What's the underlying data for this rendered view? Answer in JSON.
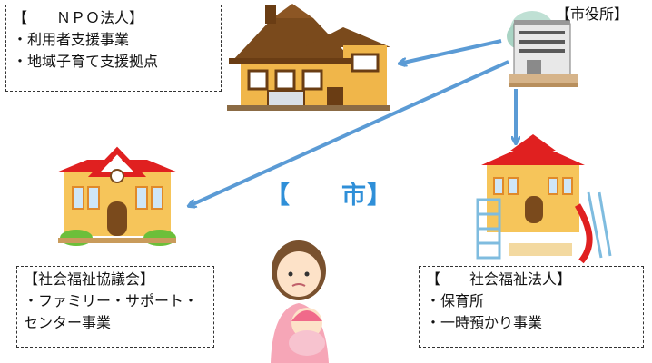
{
  "npo_box": {
    "title": "【　　ＮＰＯ法人】",
    "items": [
      "・利用者支援事業",
      "・地域子育て支援拠点"
    ]
  },
  "city_hall": {
    "label": "【市役所】"
  },
  "center": {
    "label": "【　　市】"
  },
  "council_box": {
    "title": "【社会福祉協議会】",
    "items": [
      "・ファミリー・サポート・",
      "センター事業"
    ]
  },
  "welfare_box": {
    "title": "【　　社会福祉法人】",
    "items": [
      "・保育所",
      "・一時預かり事業"
    ]
  },
  "colors": {
    "arrow": "#5b9bd5",
    "center_text": "#2f8fd8",
    "roof_brown": "#7a4a1c",
    "wall_orange": "#f0b64a",
    "roof_red": "#e02020",
    "wall_yellow": "#f6c55a"
  }
}
